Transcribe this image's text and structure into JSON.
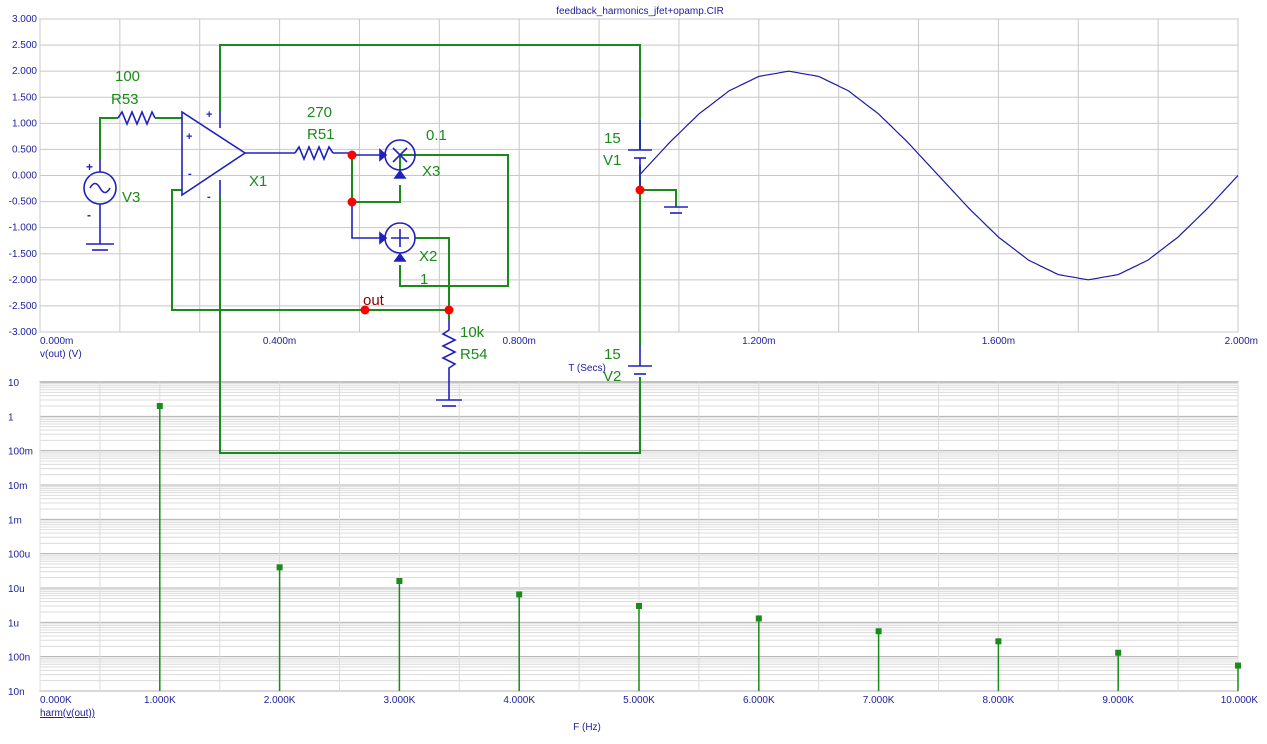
{
  "window": {
    "title": "feedback_harmonics_jfet+opamp.CIR"
  },
  "top_plot": {
    "trace_label": "v(out) (V)",
    "x_axis_label": "T (Secs)",
    "y_ticks": [
      "3.000",
      "2.500",
      "2.000",
      "1.500",
      "1.000",
      "0.500",
      "0.000",
      "-0.500",
      "-1.000",
      "-1.500",
      "-2.000",
      "-2.500",
      "-3.000"
    ],
    "x_ticks": [
      "0.000m",
      "0.400m",
      "0.800m",
      "1.200m",
      "1.600m",
      "2.000m"
    ]
  },
  "bottom_plot": {
    "trace_label": "harm(v(out))",
    "x_axis_label": "F (Hz)",
    "y_ticks": [
      "10",
      "1",
      "100m",
      "10m",
      "1m",
      "100u",
      "10u",
      "1u",
      "100n",
      "10n"
    ],
    "x_ticks": [
      "0.000K",
      "1.000K",
      "2.000K",
      "3.000K",
      "4.000K",
      "5.000K",
      "6.000K",
      "7.000K",
      "8.000K",
      "9.000K",
      "10.000K"
    ]
  },
  "schematic": {
    "V3": {
      "name": "V3"
    },
    "R53": {
      "name": "R53",
      "value": "100"
    },
    "X1": {
      "name": "X1",
      "plus": "+",
      "minus": "-",
      "in_plus": "+",
      "in_minus": "-"
    },
    "R51": {
      "name": "R51",
      "value": "270"
    },
    "X3": {
      "name": "X3",
      "value": "0.1"
    },
    "X2": {
      "name": "X2",
      "value": "1"
    },
    "out_label": "out",
    "R54": {
      "name": "R54",
      "value": "10k"
    },
    "V1": {
      "name": "V1",
      "value": "15"
    },
    "V2": {
      "name": "V2",
      "value": "15"
    },
    "src_plus": "+",
    "src_minus": "-"
  },
  "chart_data": [
    {
      "type": "line",
      "title": "",
      "xlabel": "T (Secs)",
      "ylabel": "v(out) (V)",
      "xlim": [
        0,
        2.0
      ],
      "ylim": [
        -3.0,
        3.0
      ],
      "x_unit": "ms",
      "grid": true,
      "series": [
        {
          "name": "v(out)",
          "x": [
            1.0,
            1.05,
            1.1,
            1.15,
            1.2,
            1.25,
            1.3,
            1.35,
            1.4,
            1.45,
            1.5,
            1.55,
            1.6,
            1.65,
            1.7,
            1.75,
            1.8,
            1.85,
            1.9,
            1.95,
            2.0
          ],
          "y": [
            0.0,
            0.62,
            1.18,
            1.62,
            1.9,
            2.0,
            1.9,
            1.62,
            1.18,
            0.62,
            0.0,
            -0.62,
            -1.18,
            -1.62,
            -1.9,
            -2.0,
            -1.9,
            -1.62,
            -1.18,
            -0.62,
            0.0
          ]
        }
      ]
    },
    {
      "type": "bar",
      "title": "",
      "xlabel": "F (Hz)",
      "ylabel": "harm(v(out))",
      "y_scale": "log",
      "ylim": [
        1e-08,
        10
      ],
      "xlim": [
        0,
        10000
      ],
      "grid": true,
      "series": [
        {
          "name": "harm(v(out))",
          "x": [
            1000,
            2000,
            3000,
            4000,
            5000,
            6000,
            7000,
            8000,
            9000,
            10000
          ],
          "y": [
            2.0,
            4e-05,
            1.6e-05,
            6.5e-06,
            3e-06,
            1.3e-06,
            5.5e-07,
            2.8e-07,
            1.3e-07,
            5.5e-08
          ]
        }
      ]
    }
  ],
  "colors": {
    "axis_text": "#2020a0",
    "grid": "#c8c8c8",
    "wire": "#1a8a1a",
    "component": "#2020c0",
    "node": "#ff0000",
    "trace": "#1a1aa8",
    "harm": "#1a8a1a",
    "out_label": "#8b0000"
  }
}
